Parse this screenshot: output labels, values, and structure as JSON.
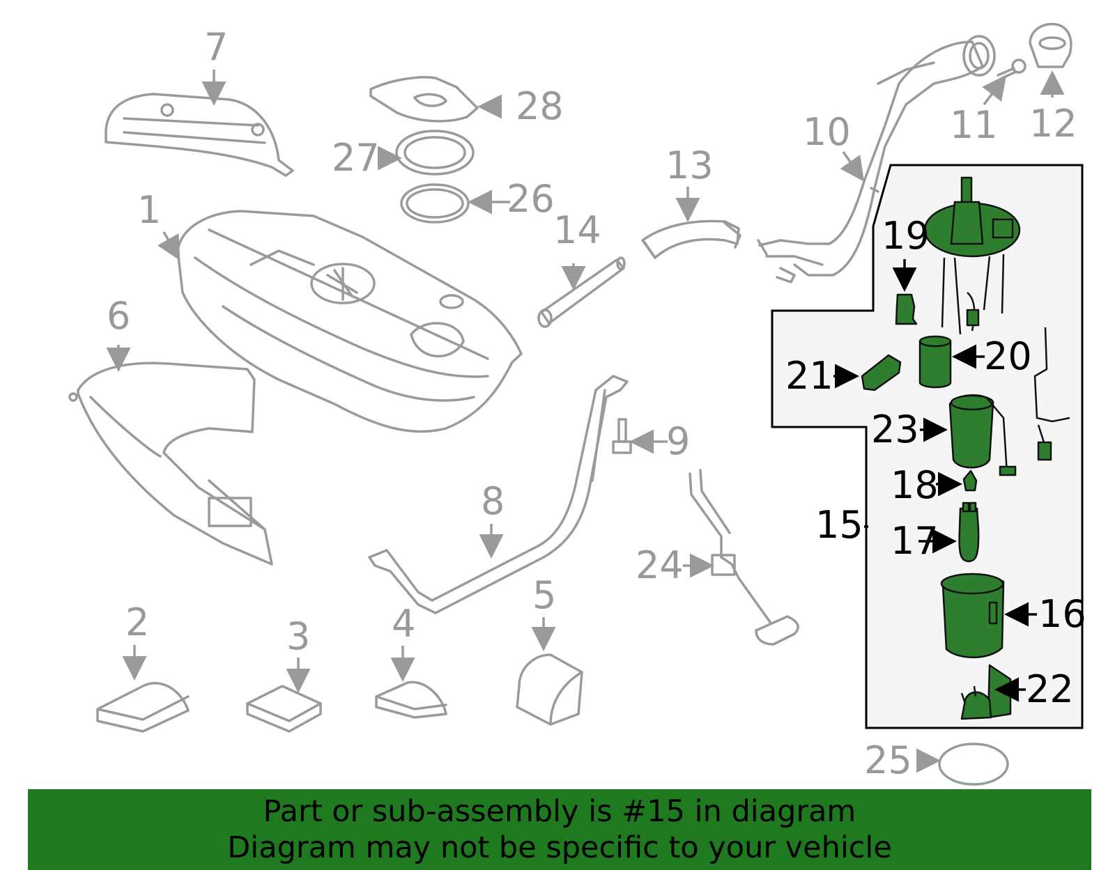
{
  "callouts": {
    "c1": "1",
    "c2": "2",
    "c3": "3",
    "c4": "4",
    "c5": "5",
    "c6": "6",
    "c7": "7",
    "c8": "8",
    "c9": "9",
    "c10": "10",
    "c11": "11",
    "c12": "12",
    "c13": "13",
    "c14": "14",
    "c15": "15",
    "c16": "16",
    "c17": "17",
    "c18": "18",
    "c19": "19",
    "c20": "20",
    "c21": "21",
    "c22": "22",
    "c23": "23",
    "c24": "24",
    "c25": "25",
    "c26": "26",
    "c27": "27",
    "c28": "28"
  },
  "banner": {
    "line1": "Part or sub-assembly is #15 in diagram",
    "line2": "Diagram may not be specific to your vehicle"
  },
  "colors": {
    "banner_bg": "#1f7a1f",
    "highlight_part": "#2f7d2f",
    "inactive_part": "#9a9a9a",
    "assembly_box_bg": "#f5f5f5"
  }
}
